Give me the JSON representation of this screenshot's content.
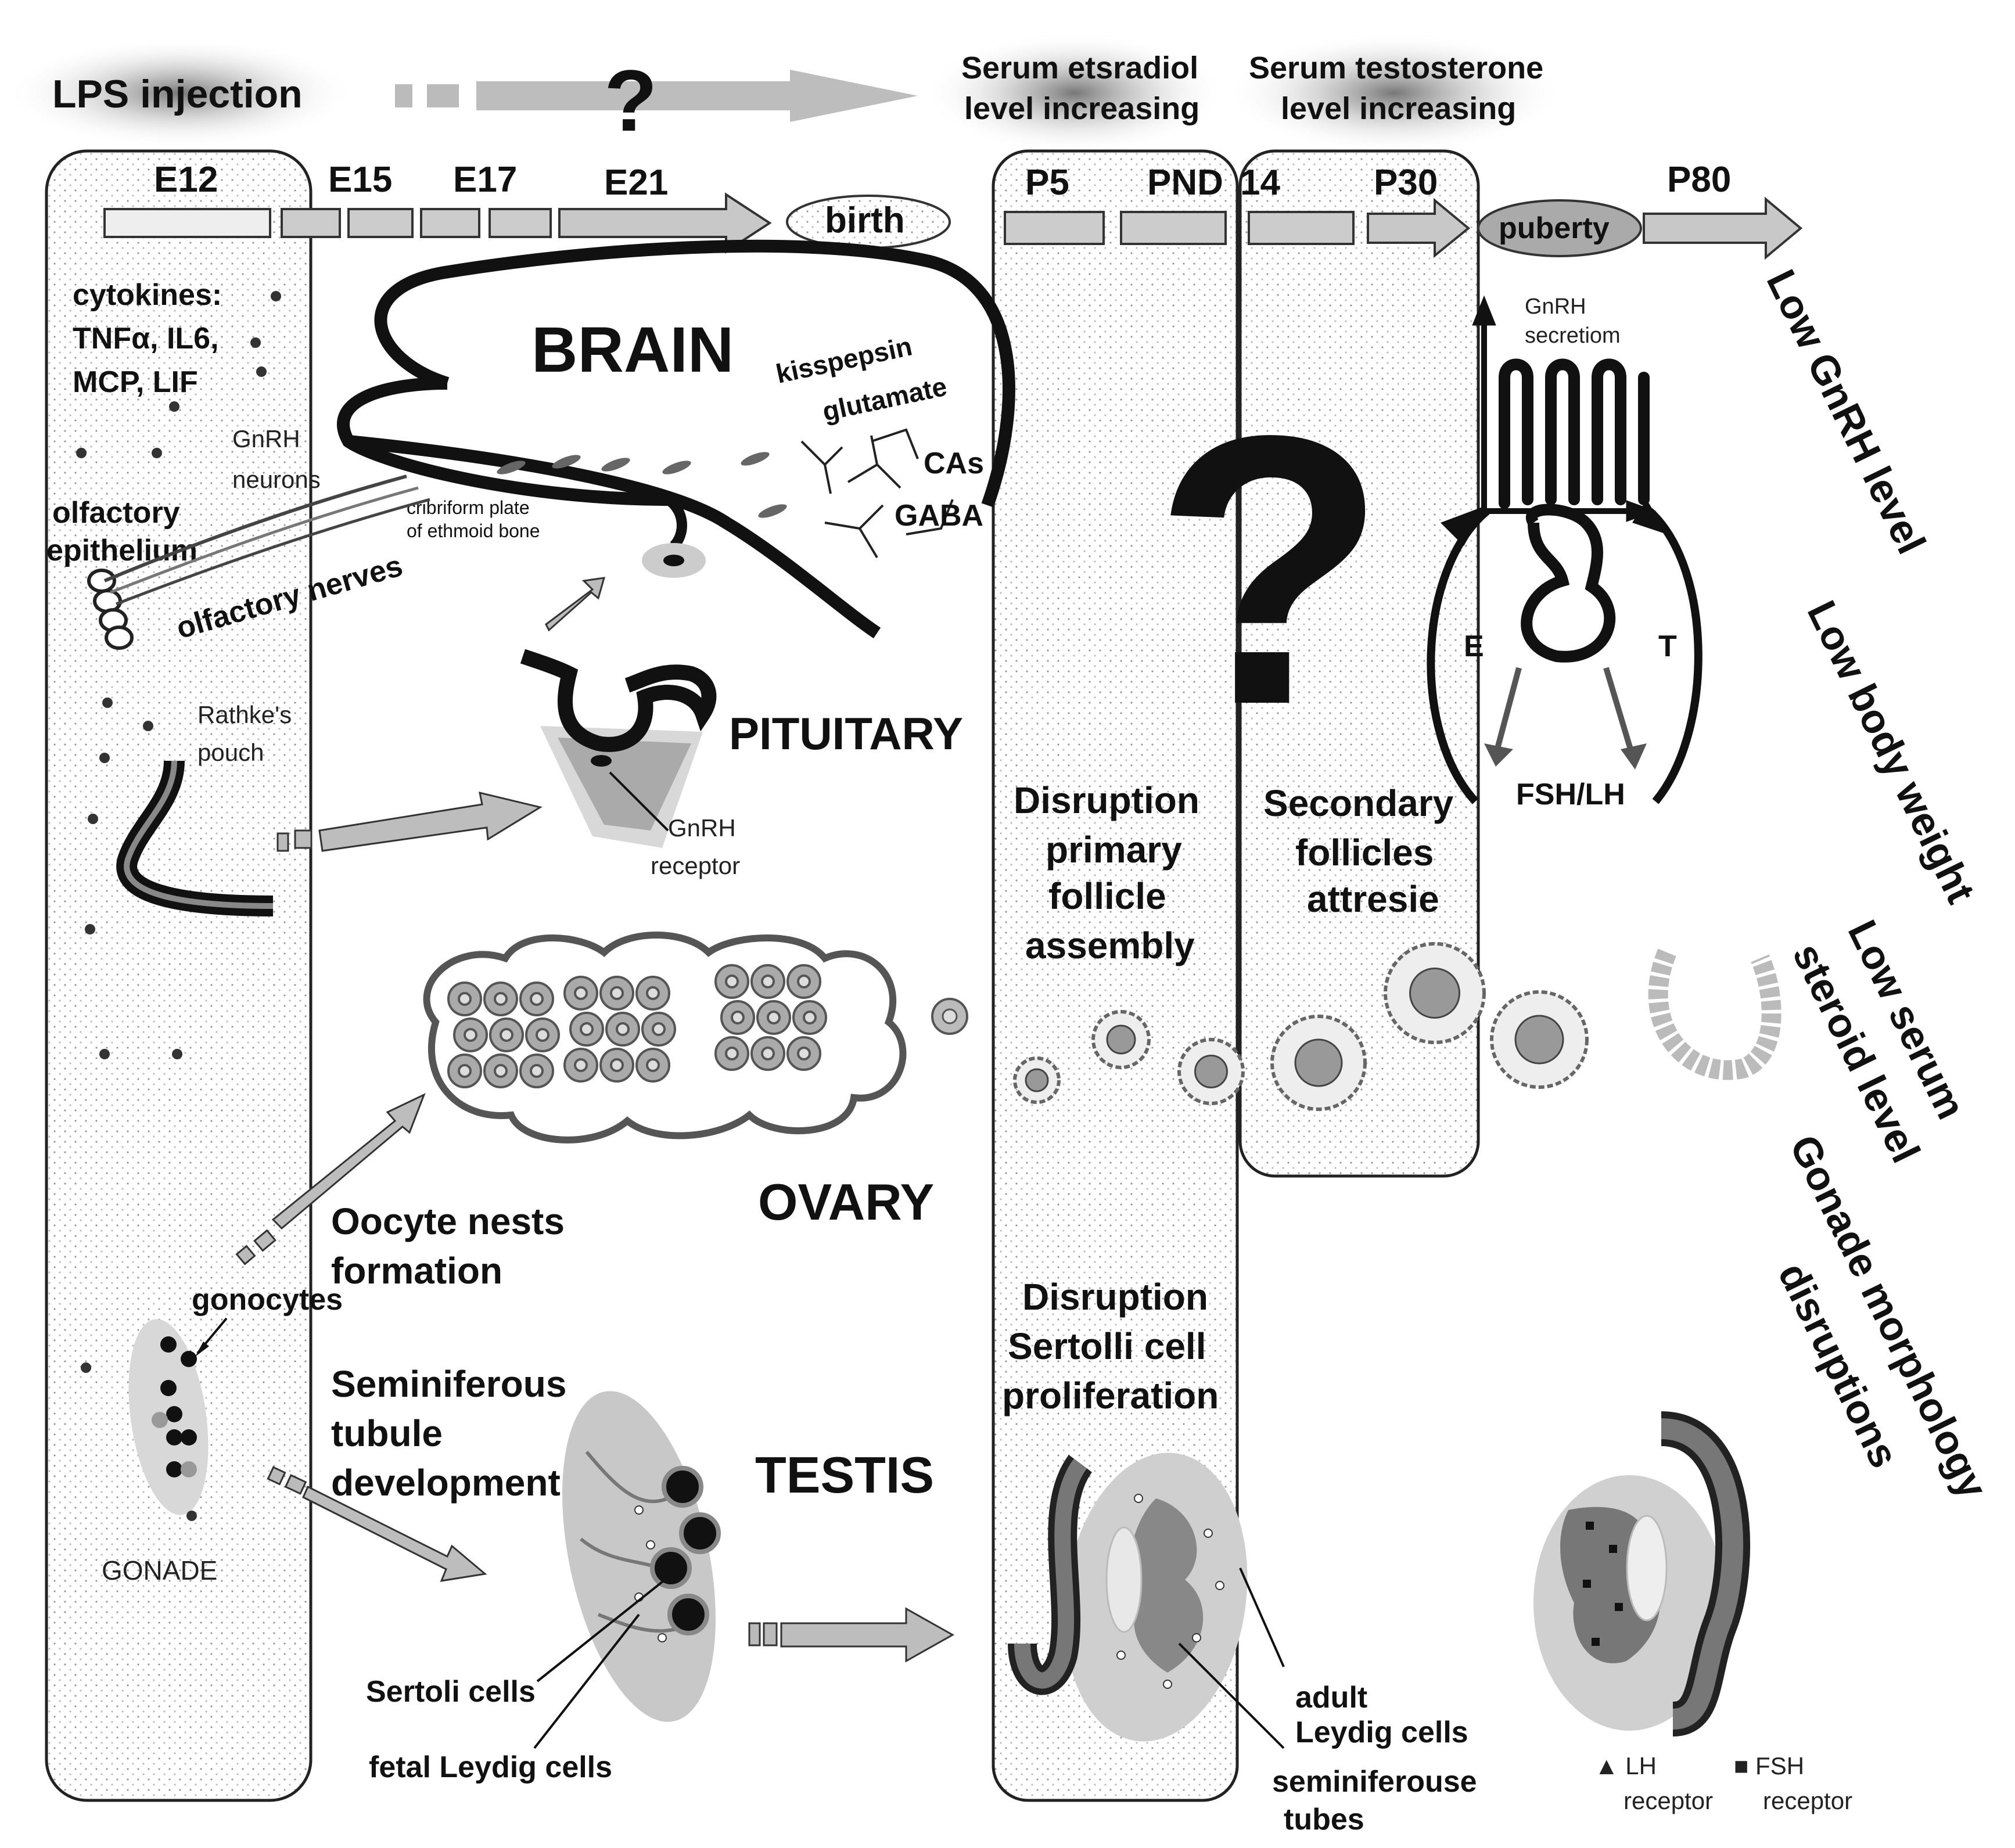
{
  "top": {
    "lps_injection": "LPS injection",
    "question_arrow": "?",
    "serum_estradiol_line1": "Serum etsradiol",
    "serum_estradiol_line2": "level increasing",
    "serum_testosterone_line1": "Serum testosterone",
    "serum_testosterone_line2": "level increasing"
  },
  "timeline": {
    "e12": "E12",
    "e15": "E15",
    "e17": "E17",
    "e21": "E21",
    "birth": "birth",
    "p5": "P5",
    "pnd": "PND",
    "pnd14": "14",
    "p30": "P30",
    "puberty": "puberty",
    "p80": "P80"
  },
  "left_panel": {
    "cytokines_1": "cytokines:",
    "cytokines_2": "TNFα, IL6,",
    "cytokines_3": "MCP, LIF",
    "olfactory_1": "olfactory",
    "olfactory_2": "epithelium",
    "rathke_1": "Rathke's",
    "rathke_2": "pouch",
    "gonade": "GONADE"
  },
  "brain": {
    "title": "BRAIN",
    "gnrh_neurons_1": "GnRH",
    "gnrh_neurons_2": "neurons",
    "cribriform_1": "cribriform plate",
    "cribriform_2": "of ethmoid bone",
    "olfactory_nerves": "olfactory nerves",
    "kisspeptin": "kisspepsin",
    "glutamate": "glutamate",
    "cas": "CAs",
    "gaba": "GABA"
  },
  "pituitary": {
    "title": "PITUITARY",
    "receptor_1": "GnRH",
    "receptor_2": "receptor"
  },
  "ovary": {
    "title": "OVARY",
    "oocyte_1": "Oocyte nests",
    "oocyte_2": "formation",
    "gonocytes": "gonocytes"
  },
  "testis": {
    "title": "TESTIS",
    "semi_1": "Seminiferous",
    "semi_2": "tubule",
    "semi_3": "development",
    "sertoli": "Sertoli cells",
    "fetal_leydig": "fetal Leydig cells",
    "adult_leydig_1": "adult",
    "adult_leydig_2": "Leydig cells",
    "semi_tubes_1": "seminiferouse",
    "semi_tubes_2": "tubes"
  },
  "postnatal": {
    "big_question": "?",
    "disruption_follicle_1": "Disruption",
    "disruption_follicle_2": "primary",
    "disruption_follicle_3": "follicle",
    "disruption_follicle_4": "assembly",
    "secondary_1": "Secondary",
    "secondary_2": "follicles",
    "secondary_3": "attresie",
    "disruption_sertoli_1": "Disruption",
    "disruption_sertoli_2": "Sertolli cell",
    "disruption_sertoli_3": "proliferation"
  },
  "axis": {
    "gnrh_secretion_1": "GnRH",
    "gnrh_secretion_2": "secretiom",
    "e": "E",
    "t": "T",
    "fsh_lh": "FSH/LH"
  },
  "outcomes": {
    "low_gnrh": "Low GnRH level",
    "low_body": "Low body weight",
    "low_serum_1": "Low serum",
    "low_serum_2": "steroid level",
    "gonade_1": "Gonade morphology",
    "gonade_2": "disruptions"
  },
  "legend": {
    "lh_1": "▲ LH",
    "lh_2": "receptor",
    "fsh_1": "■ FSH",
    "fsh_2": "receptor"
  }
}
